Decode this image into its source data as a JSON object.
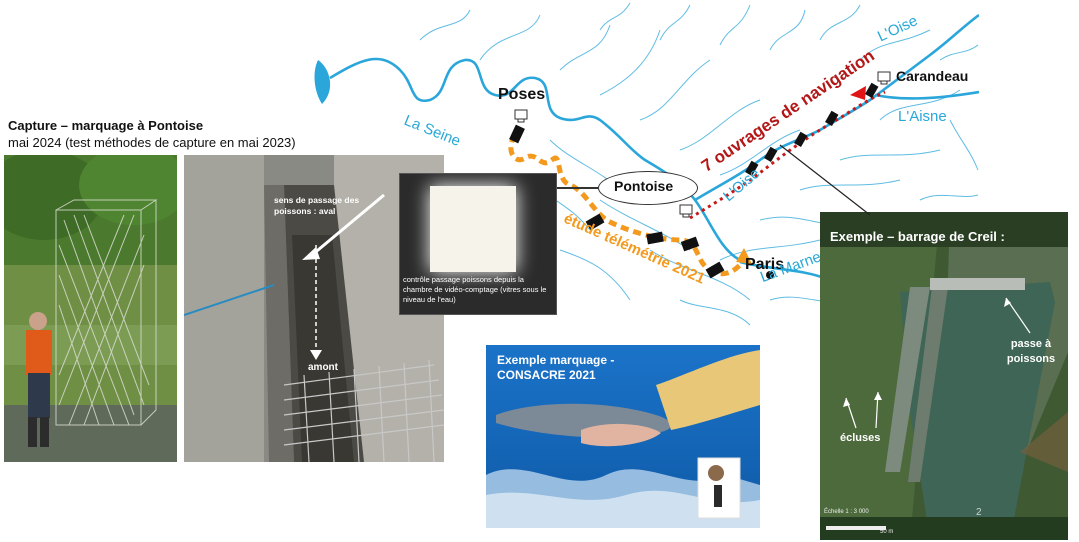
{
  "left_caption": {
    "title": "Capture – marquage à Pontoise",
    "subtitle": "mai 2024 (test méthodes de capture en mai 2023)"
  },
  "passage_photo": {
    "label_sens": "sens de passage des poissons : aval",
    "label_amont": "amont"
  },
  "window_photo": {
    "caption": "contrôle passage poissons depuis la chambre de vidéo-comptage (vitres sous le niveau de l'eau)"
  },
  "map": {
    "labels": {
      "poses": "Poses",
      "la_seine": "La Seine",
      "pontoise": "Pontoise",
      "paris": "Paris",
      "la_marne": "La Marne",
      "loise_top": "L'Oise",
      "loise_mid": "L'Oise",
      "laisne": "L'Aisne",
      "carandeau": "Carandeau",
      "navigation": "7 ouvrages de navigation",
      "telemetrie": "étude télémétrie 2021"
    },
    "colors": {
      "river": "#2aa6da",
      "telemetry": "#f39a1e",
      "navigation": "#c41a1a",
      "structure": "#111111"
    }
  },
  "marquage": {
    "title": "Exemple marquage -\nCONSACRE 2021"
  },
  "creil": {
    "title": "Exemple – barrage de Creil :",
    "passe": "passe à poissons",
    "ecluses": "écluses",
    "scale": "Échelle 1 : 3 000",
    "scale_bar": "50 m",
    "page_num": "2"
  }
}
